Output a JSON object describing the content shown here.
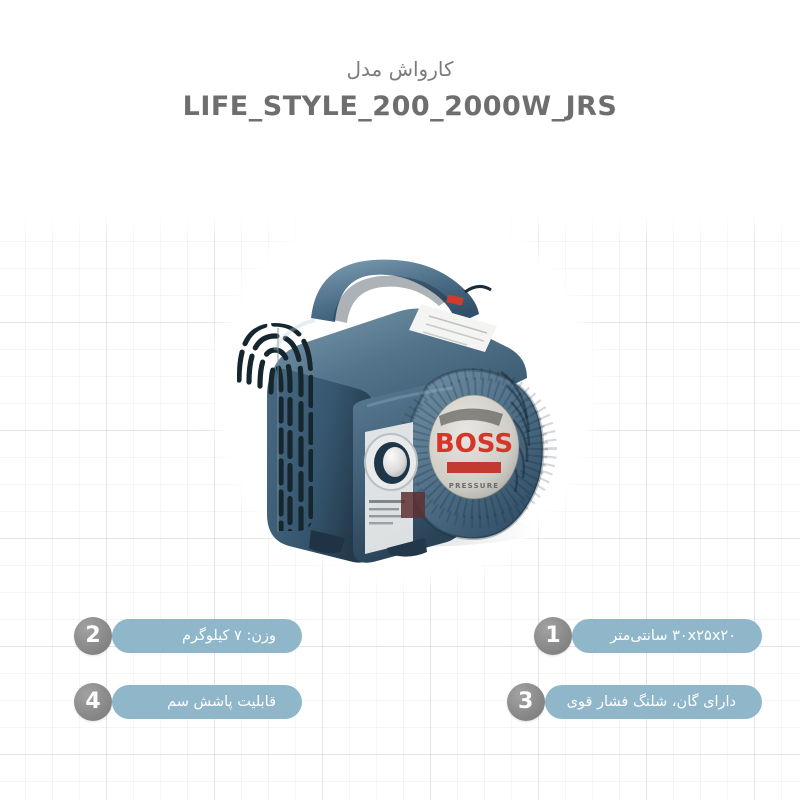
{
  "header": {
    "title_fa": "کارواش مدل",
    "model": "LIFE_STYLE_200_2000W_JRS",
    "title_color": "#7b7b7b"
  },
  "product": {
    "name": "pressure-washer",
    "brand_label": "BOSS",
    "brand_sub": "PRESSURE",
    "body_color": "#3f5d72",
    "body_color_dark": "#2b4356",
    "body_color_light": "#6d8ca1",
    "accent_red": "#d8352a",
    "label_white": "#f2f3f2"
  },
  "features": [
    {
      "badge": "1",
      "label": "۳۰x۲۵x۲۰ سانتی‌متر",
      "column": "right",
      "row": 1
    },
    {
      "badge": "3",
      "label": "دارای گان، شلنگ فشار قوی",
      "column": "right",
      "row": 2
    },
    {
      "badge": "2",
      "label": "وزن: ۷ کیلوگرم",
      "column": "left",
      "row": 1
    },
    {
      "badge": "4",
      "label": "قابلیت پاشش سم",
      "column": "left",
      "row": 2
    }
  ],
  "theme": {
    "pill_color": "#8fb7c9",
    "pill_text_color": "#ffffff",
    "badge_color": "#8a8a8a",
    "badge_text_color": "#ffffff",
    "background": "#ffffff",
    "grid_line_color": "#96a0af"
  }
}
